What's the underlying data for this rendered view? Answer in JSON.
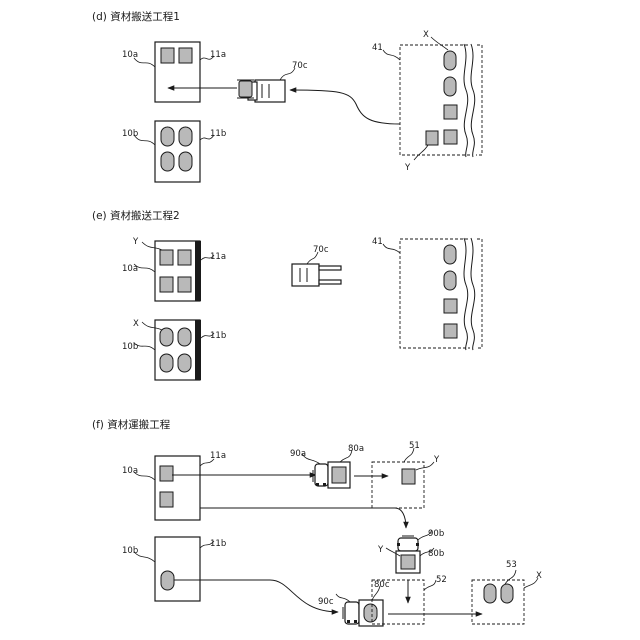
{
  "headings": {
    "d": "(d) 資材搬送工程1",
    "e": "(e) 資材搬送工程2",
    "f": "(f) 資材運搬工程"
  },
  "labels": {
    "d_10a": "10a",
    "d_11a": "11a",
    "d_10b": "10b",
    "d_11b": "11b",
    "d_70c": "70c",
    "d_41": "41",
    "d_X": "X",
    "d_Y": "Y",
    "e_Y": "Y",
    "e_10a": "10a",
    "e_11a": "11a",
    "e_X": "X",
    "e_10b": "10b",
    "e_11b": "11b",
    "e_70c": "70c",
    "e_41": "41",
    "f_10a": "10a",
    "f_11a": "11a",
    "f_90a": "90a",
    "f_80a": "80a",
    "f_51": "51",
    "f_Y1": "Y",
    "f_90b": "90b",
    "f_80b": "80b",
    "f_Y2": "Y",
    "f_10b": "10b",
    "f_11b": "11b",
    "f_80c": "80c",
    "f_52": "52",
    "f_53": "53",
    "f_X": "X",
    "f_90c": "90c"
  }
}
